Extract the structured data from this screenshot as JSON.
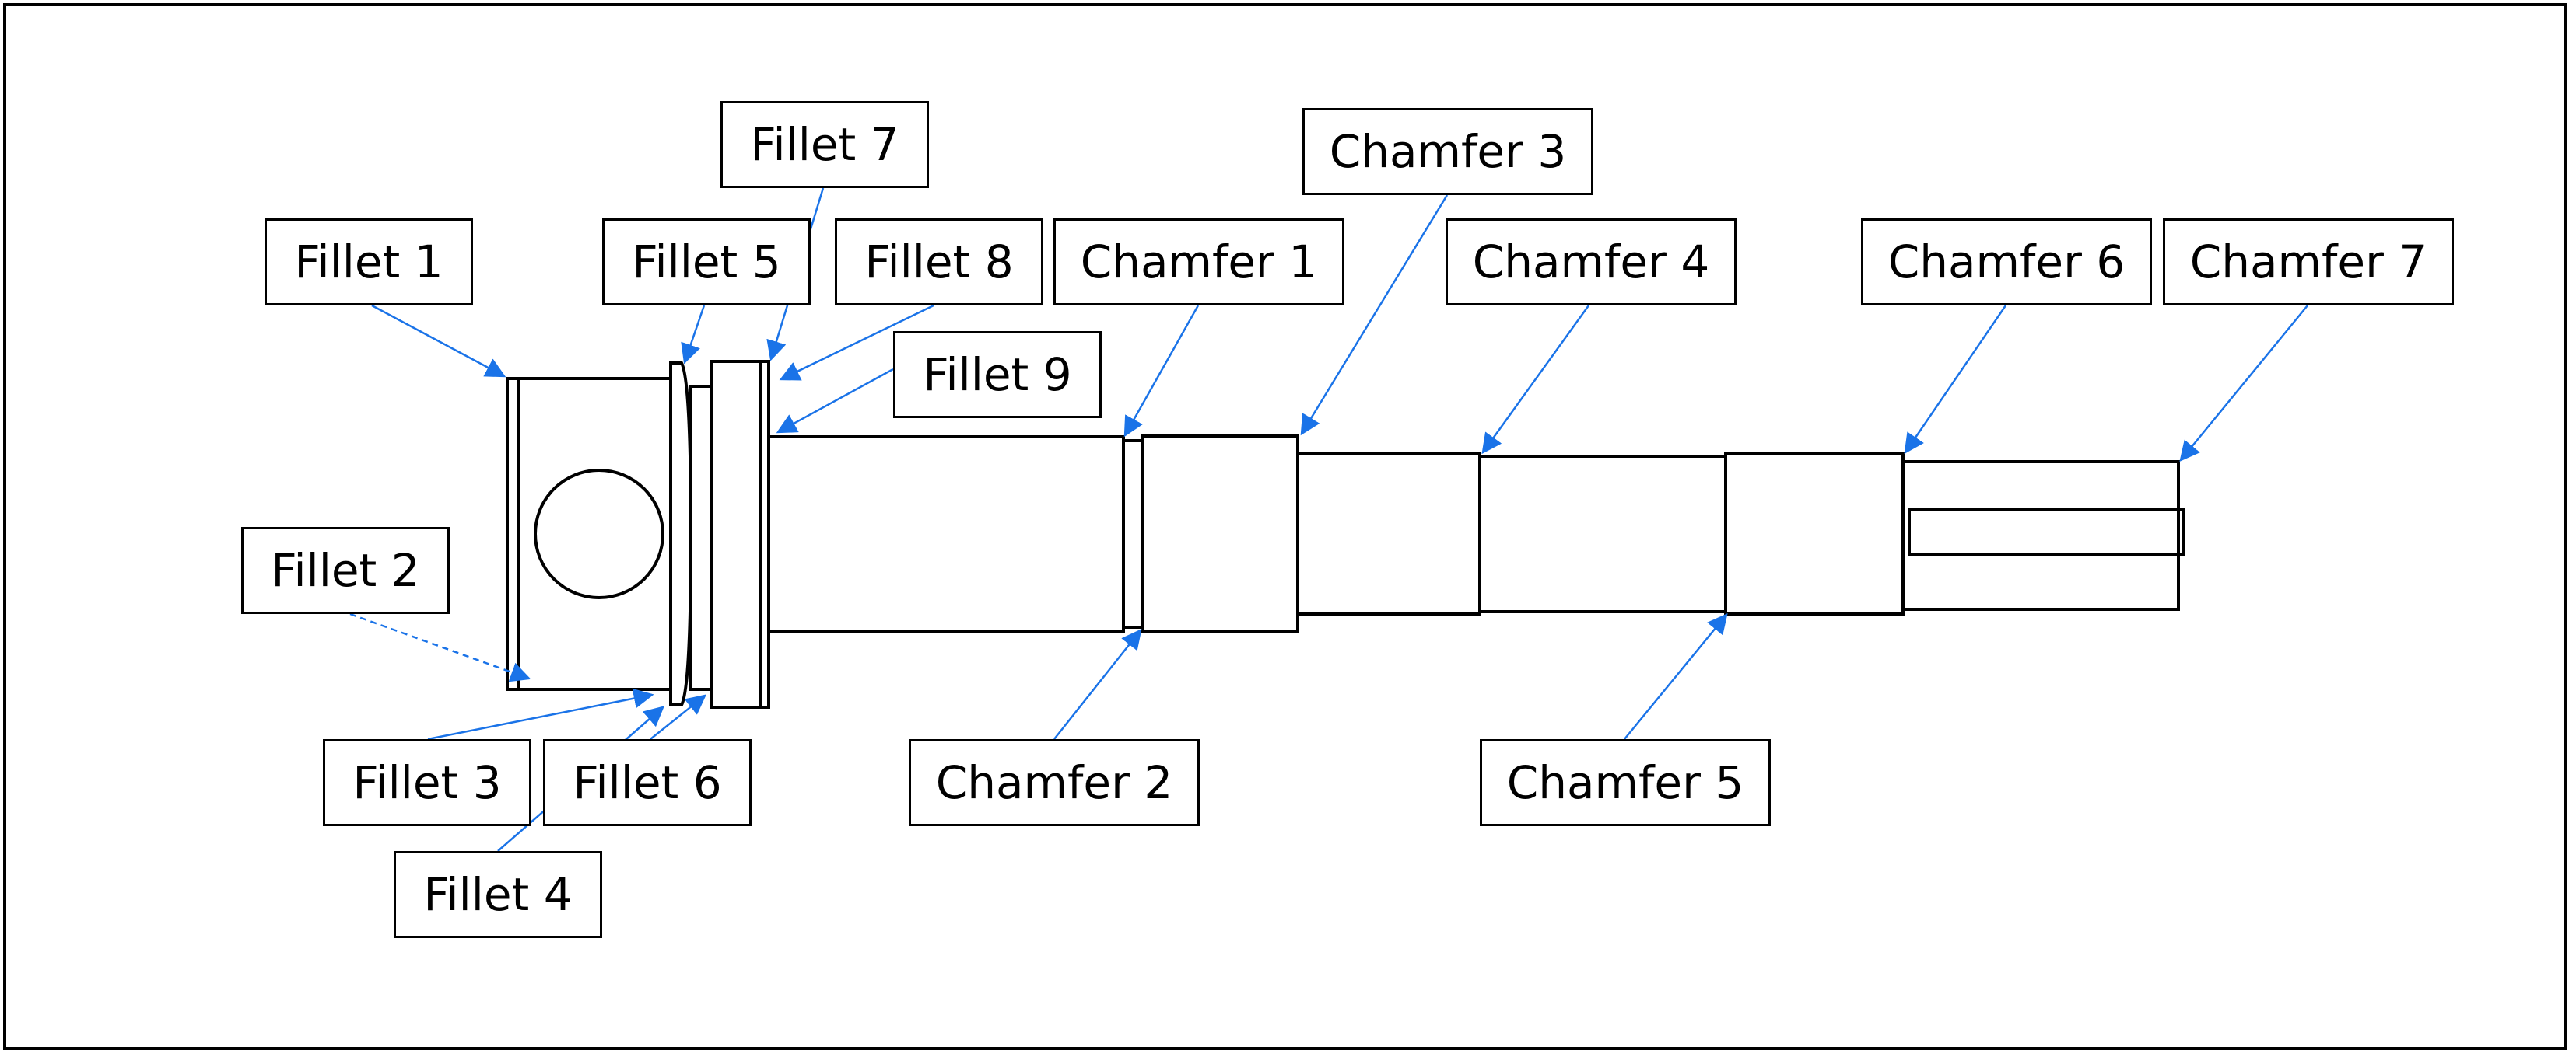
{
  "labels": {
    "fillet_1": "Fillet 1",
    "fillet_2": "Fillet 2",
    "fillet_3": "Fillet 3",
    "fillet_4": "Fillet 4",
    "fillet_5": "Fillet 5",
    "fillet_6": "Fillet 6",
    "fillet_7": "Fillet 7",
    "fillet_8": "Fillet 8",
    "fillet_9": "Fillet 9",
    "chamfer_1": "Chamfer 1",
    "chamfer_2": "Chamfer 2",
    "chamfer_3": "Chamfer 3",
    "chamfer_4": "Chamfer 4",
    "chamfer_5": "Chamfer 5",
    "chamfer_6": "Chamfer 6",
    "chamfer_7": "Chamfer 7"
  },
  "colors": {
    "leader": "#1a73e8",
    "outline": "#000000"
  }
}
